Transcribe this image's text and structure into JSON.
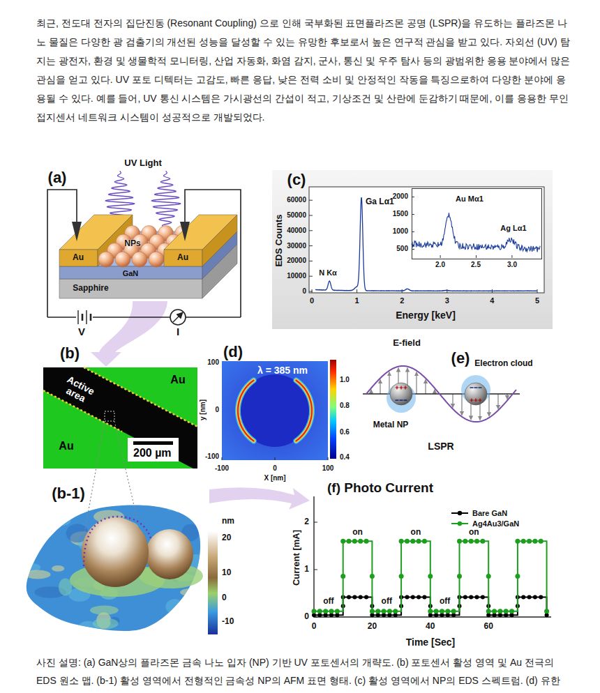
{
  "diagram": {
    "caption": "사진 설명: (a) GaN상의 플라즈몬 금속 나노 입자 (NP) 기반 UV 포토센서의 개략도. (b) 포토센서 활성 영역 및 Au 전극의 EDS 원소 맵. (b-1) 활성 영역에서 전형적인 금속성 NP의 AFM 표면 형태. (c) 활성 영역에서 NP의 EDS 스펙트럼. (d) 유한",
    "nodes": [
      {
        "text": [
          "Au",
          "Active area",
          "Au"
        ]
      },
      {
        "text": [
          "200 µm"
        ],
        "in": 0
      },
      {
        "text": [
          "Au Mα1",
          "Ag Lα1"
        ]
      }
    ],
    "labels": [
      "최근, 전도대 전자의 집단진동 (Resonant Coupling) 으로 인해 국부화된 표면플라즈몬 공명 (LSPR)을 유도하는 플라즈몬 나노 물질은 다양한 광 검출기의 개선된 성능을 달성할 수 있는 유망한 후보로서 높은 연구적 관심을 받고 있다. 자외선 (UV) 탐지는 광전자, 환경 및 생물학적 모니터링, 산업 자동화, 화염 감지, 군사, 통신 및 우주 탐사 등의 광범위한 응용 분야에서 많은 관심을 얻고 있다. UV 포토 디텍터는 고감도, 빠른 응답, 낮은 전력 소비 및 안정적인 작동을 특징으로하여 다양한 분야에 응용될 수 있다. 예를 들어, UV 통신 시스템은 가시광선의 간섭이 적고, 기상조건 및 산란에 둔감하기 때문에, 이를 응용한 무인 접지센서 네트워크 시스템이 성공적으로 개발되었다.",
      "(a)",
      "UV Light",
      "NPs",
      "Au",
      "Au",
      "GaN",
      "Sapphire",
      "V",
      "I",
      "(c)",
      "60000",
      "50000",
      "40000",
      "30000",
      "20000",
      "10000",
      "0",
      "EDS Counts",
      "N Kα",
      "Ga Lα1",
      "2000",
      "1500",
      "1000",
      "500",
      "2.0",
      "2.5",
      "3.0",
      "0",
      "1",
      "2",
      "3",
      "4",
      "5",
      "Energy [keV]",
      "(b)",
      "(d)",
      "λ = 385 nm",
      "100",
      "0",
      "-100",
      "y [nm]",
      "-100",
      "0",
      "100",
      "X [nm]",
      "1.0",
      "0.8",
      "0.6",
      "0.4",
      "(e)",
      "E-field",
      "Electron cloud",
      "Metal NP",
      "LSPR",
      "(b-1)",
      "nm",
      "20",
      "10",
      "0",
      "-10",
      "(f) Photo Current",
      "2",
      "1",
      "0",
      "Current [mA]",
      "0",
      "20",
      "40",
      "60",
      "Time [Sec]",
      "on",
      "on",
      "on",
      "off",
      "off",
      "off"
    ],
    "legend": [
      {
        "text": "Bare GaN"
      },
      {
        "text": "Ag4Au3/GaN"
      }
    ]
  }
}
